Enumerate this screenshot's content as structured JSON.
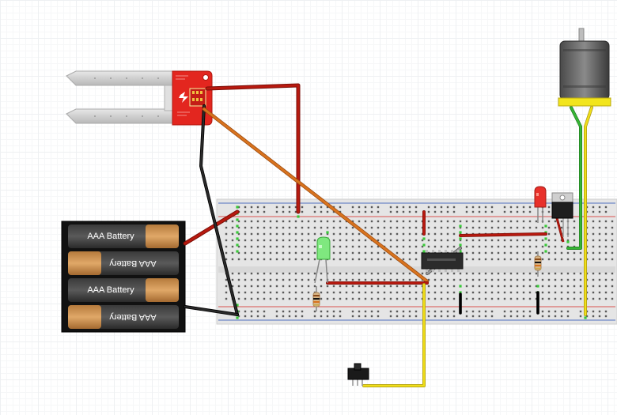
{
  "battery_pack": {
    "cells": [
      {
        "label": "AAA Battery",
        "flipped": false
      },
      {
        "label": "AAA Battery",
        "flipped": true
      },
      {
        "label": "AAA Battery",
        "flipped": false
      },
      {
        "label": "AAA Battery",
        "flipped": true
      }
    ]
  },
  "colors": {
    "wire_red": "#b8190f",
    "wire_black": "#1a1a1a",
    "wire_orange": "#d8731e",
    "wire_yellow": "#f0de1a",
    "wire_green": "#36b535",
    "breadboard": "#e6e6e6",
    "rail_red": "#d9534f",
    "rail_blue": "#5070c0",
    "sensor_board": "#e3261f",
    "motor_band": "#f2e51c"
  },
  "icons": [
    "soil-moisture-sensor",
    "aaa-battery-pack",
    "breadboard",
    "green-led",
    "red-led",
    "resistor",
    "integrated-circuit",
    "mosfet-transistor",
    "dc-motor",
    "slide-switch"
  ]
}
